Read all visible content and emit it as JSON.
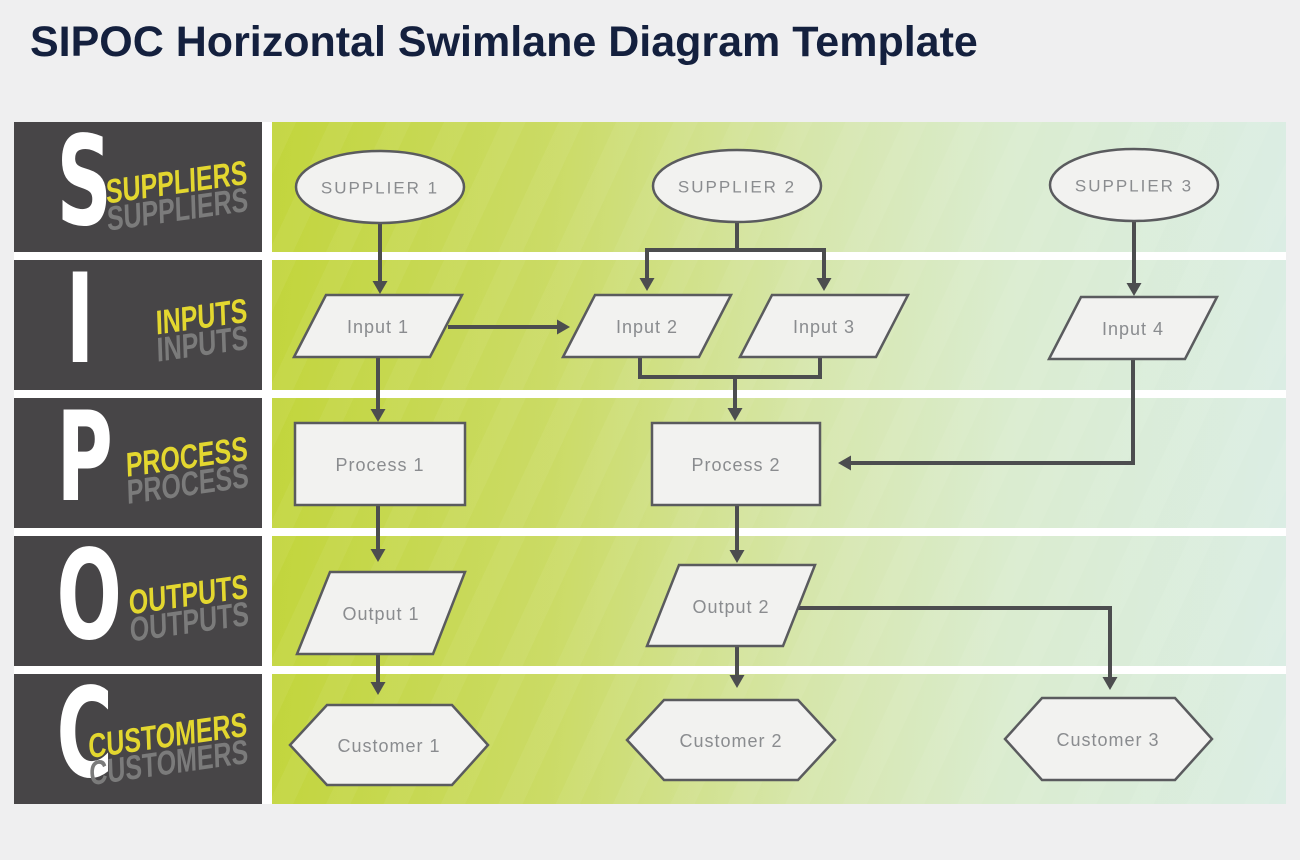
{
  "page": {
    "title": "SIPOC Horizontal Swimlane Diagram Template"
  },
  "colors": {
    "page_background": "#efeff0",
    "title_text": "#14203e",
    "lane_label_background": "#474547",
    "lane_letter": "#ffffff",
    "lane_word_accent": "#e3d72f",
    "lane_word_shadow": "#7b7b7b",
    "lane_gradient_left": "#c2d53c",
    "lane_gradient_right": "#dbede4",
    "lane_gap": "#ffffff",
    "shape_fill": "#f2f2f0",
    "shape_stroke": "#5a5b5e",
    "arrow": "#4c4d4f",
    "node_text": "#8a8c8f"
  },
  "lanes": [
    {
      "letter": "S",
      "word": "SUPPLIERS"
    },
    {
      "letter": "I",
      "word": "INPUTS"
    },
    {
      "letter": "P",
      "word": "PROCESS"
    },
    {
      "letter": "O",
      "word": "OUTPUTS"
    },
    {
      "letter": "C",
      "word": "CUSTOMERS"
    }
  ],
  "nodes": {
    "suppliers": [
      {
        "label": "SUPPLIER 1"
      },
      {
        "label": "SUPPLIER 2"
      },
      {
        "label": "SUPPLIER 3"
      }
    ],
    "inputs": [
      {
        "label": "Input 1"
      },
      {
        "label": "Input 2"
      },
      {
        "label": "Input 3"
      },
      {
        "label": "Input 4"
      }
    ],
    "processes": [
      {
        "label": "Process 1"
      },
      {
        "label": "Process 2"
      }
    ],
    "outputs": [
      {
        "label": "Output 1"
      },
      {
        "label": "Output 2"
      }
    ],
    "customers": [
      {
        "label": "Customer 1"
      },
      {
        "label": "Customer 2"
      },
      {
        "label": "Customer 3"
      }
    ]
  }
}
